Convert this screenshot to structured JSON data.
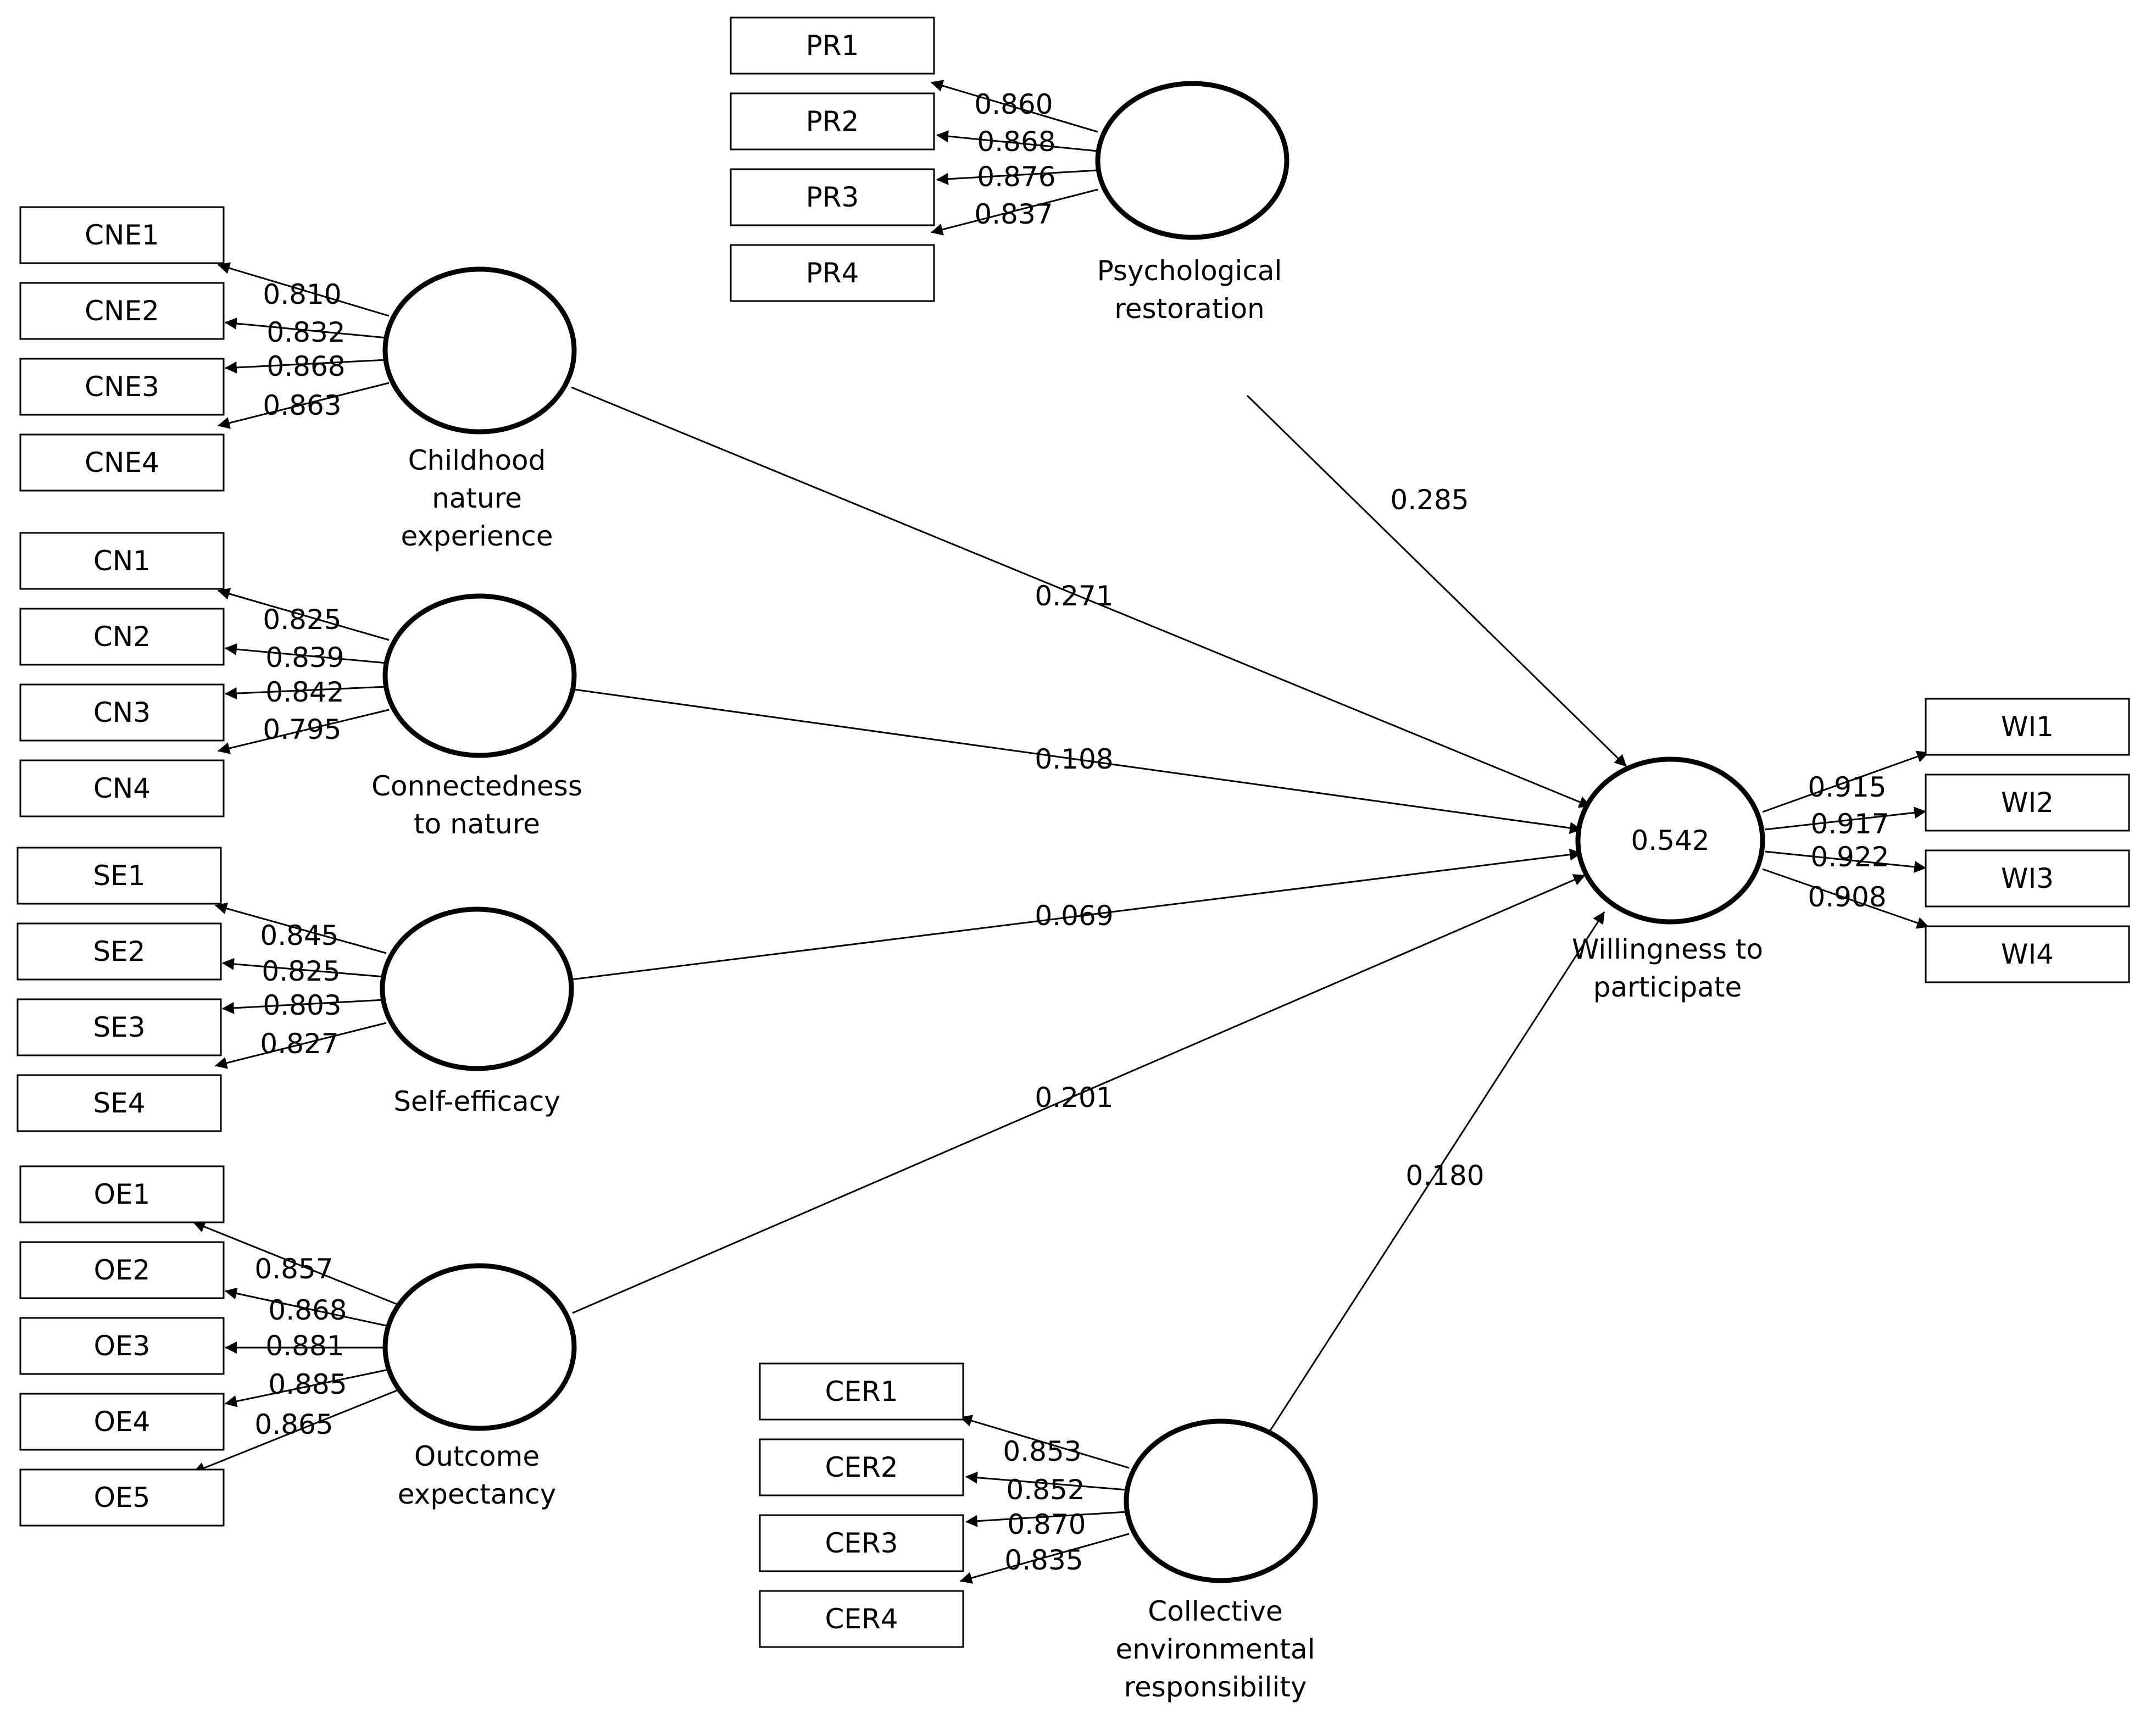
{
  "constructs": {
    "pr": {
      "label": [
        "Psychological",
        "restoration"
      ]
    },
    "cne": {
      "label": [
        "Childhood",
        "nature",
        "experience"
      ]
    },
    "cn": {
      "label": [
        "Connectedness",
        "to nature"
      ]
    },
    "se": {
      "label": [
        "Self-efficacy"
      ]
    },
    "oe": {
      "label": [
        "Outcome",
        "expectancy"
      ]
    },
    "cer": {
      "label": [
        "Collective",
        "environmental",
        "responsibility"
      ]
    },
    "wi": {
      "label": [
        "Willingness to",
        "participate"
      ],
      "r_squared": "0.542"
    }
  },
  "indicators": {
    "pr": [
      {
        "name": "PR1",
        "loading": "0.860"
      },
      {
        "name": "PR2",
        "loading": "0.868"
      },
      {
        "name": "PR3",
        "loading": "0.876"
      },
      {
        "name": "PR4",
        "loading": "0.837"
      }
    ],
    "cne": [
      {
        "name": "CNE1",
        "loading": "0.810"
      },
      {
        "name": "CNE2",
        "loading": "0.832"
      },
      {
        "name": "CNE3",
        "loading": "0.868"
      },
      {
        "name": "CNE4",
        "loading": "0.863"
      }
    ],
    "cn": [
      {
        "name": "CN1",
        "loading": "0.825"
      },
      {
        "name": "CN2",
        "loading": "0.839"
      },
      {
        "name": "CN3",
        "loading": "0.842"
      },
      {
        "name": "CN4",
        "loading": "0.795"
      }
    ],
    "se": [
      {
        "name": "SE1",
        "loading": "0.845"
      },
      {
        "name": "SE2",
        "loading": "0.825"
      },
      {
        "name": "SE3",
        "loading": "0.803"
      },
      {
        "name": "SE4",
        "loading": "0.827"
      }
    ],
    "oe": [
      {
        "name": "OE1",
        "loading": "0.857"
      },
      {
        "name": "OE2",
        "loading": "0.868"
      },
      {
        "name": "OE3",
        "loading": "0.881"
      },
      {
        "name": "OE4",
        "loading": "0.885"
      },
      {
        "name": "OE5",
        "loading": "0.865"
      }
    ],
    "cer": [
      {
        "name": "CER1",
        "loading": "0.853"
      },
      {
        "name": "CER2",
        "loading": "0.852"
      },
      {
        "name": "CER3",
        "loading": "0.870"
      },
      {
        "name": "CER4",
        "loading": "0.835"
      }
    ],
    "wi": [
      {
        "name": "WI1",
        "loading": "0.915"
      },
      {
        "name": "WI2",
        "loading": "0.917"
      },
      {
        "name": "WI3",
        "loading": "0.922"
      },
      {
        "name": "WI4",
        "loading": "0.908"
      }
    ]
  },
  "paths": [
    {
      "from": "pr",
      "to": "wi",
      "coefficient": "0.285"
    },
    {
      "from": "cne",
      "to": "wi",
      "coefficient": "0.271"
    },
    {
      "from": "cn",
      "to": "wi",
      "coefficient": "0.108"
    },
    {
      "from": "se",
      "to": "wi",
      "coefficient": "0.069"
    },
    {
      "from": "oe",
      "to": "wi",
      "coefficient": "0.201"
    },
    {
      "from": "cer",
      "to": "wi",
      "coefficient": "0.180"
    }
  ]
}
